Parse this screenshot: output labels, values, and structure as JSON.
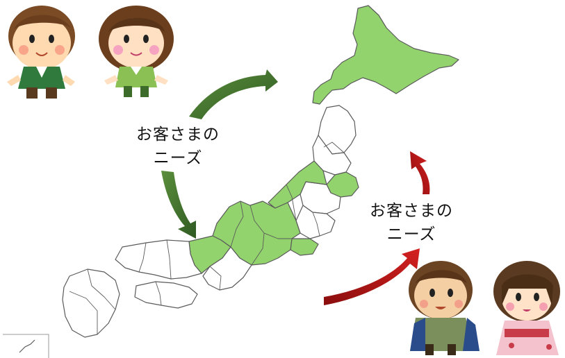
{
  "labels": {
    "left": {
      "line1": "お客さまの",
      "line2": "ニーズ"
    },
    "right": {
      "line1": "お客さまの",
      "line2": "ニーズ"
    }
  },
  "colors": {
    "highlight_region": "#92d36e",
    "map_outline": "#5a5a5a",
    "arrow_green": "#3b6b2a",
    "arrow_red": "#b01414"
  },
  "icons": {
    "modern_boy": "modern-boy-icon",
    "modern_girl": "modern-girl-icon",
    "edo_boy": "edo-boy-icon",
    "edo_girl": "edo-girl-icon"
  }
}
